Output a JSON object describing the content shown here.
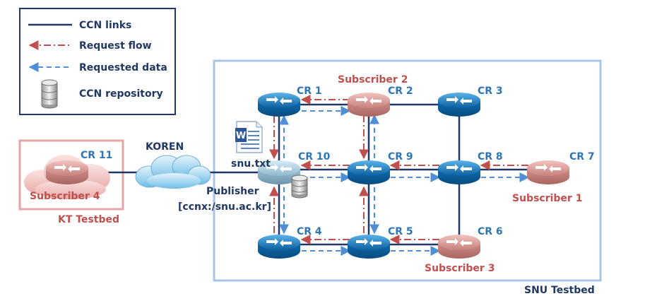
{
  "legend": {
    "ccn_links": "CCN links",
    "request_flow": "Request flow",
    "requested_data": "Requested data",
    "ccn_repository": "CCN repository"
  },
  "routers": {
    "cr1": "CR 1",
    "cr2": "CR 2",
    "cr3": "CR 3",
    "cr4": "CR 4",
    "cr5": "CR 5",
    "cr6": "CR 6",
    "cr7": "CR 7",
    "cr8": "CR 8",
    "cr9": "CR 9",
    "cr10": "CR 10",
    "cr11": "CR 11"
  },
  "subscribers": {
    "s1": "Subscriber 1",
    "s2": "Subscriber 2",
    "s3": "Subscriber 3",
    "s4": "Subscriber 4"
  },
  "network": {
    "koren": "KOREN",
    "kt_testbed": "KT Testbed",
    "snu_testbed": "SNU Testbed"
  },
  "publisher": {
    "file": "snu.txt",
    "label": "Publisher",
    "prefix": "[ccnx:/snu.ac.kr]"
  },
  "colors": {
    "link": "#1f3864",
    "request": "#c0504d",
    "data": "#4f8fd6",
    "router_blue": "#1f7fc4",
    "router_red": "#d48c88",
    "box": "#a8c4e6",
    "kt_box": "#e3a6a4"
  }
}
